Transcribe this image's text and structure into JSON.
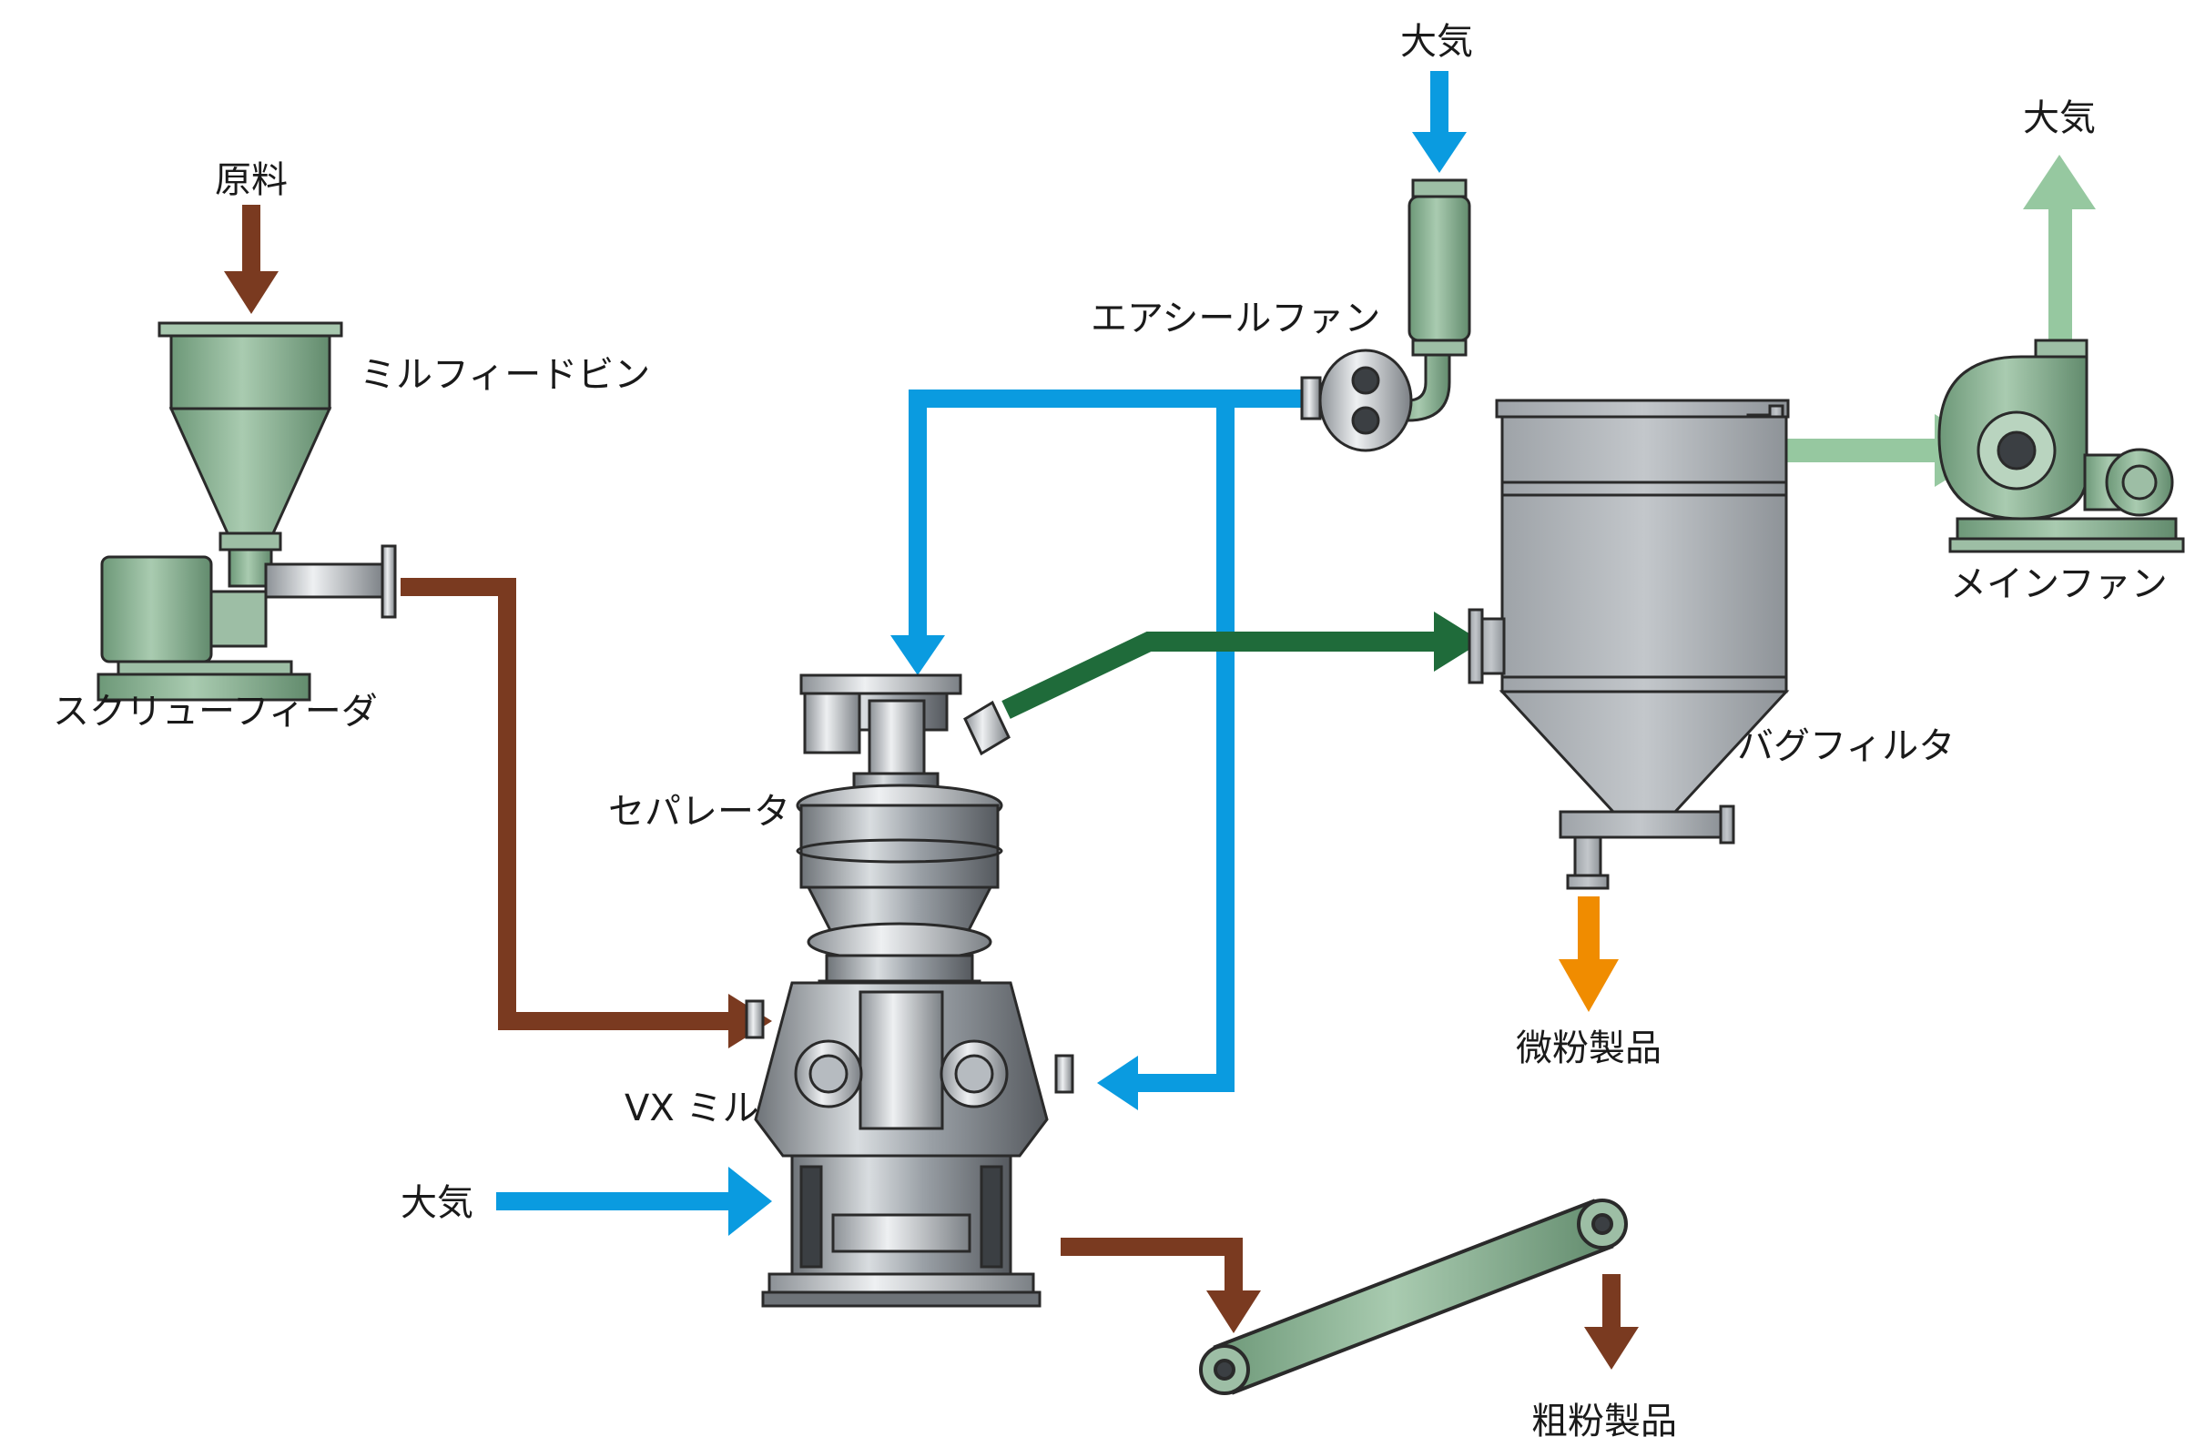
{
  "labels": {
    "raw_material": "原料",
    "mill_feed_bin": "ミルフィードビン",
    "screw_feeder": "スクリューフィーダ",
    "separator": "セパレータ",
    "vx_mill": "VX ミル",
    "atmosphere_mill_inlet": "大気",
    "air_seal_fan": "エアシールファン",
    "atmosphere_air_seal": "大気",
    "bag_filter": "バグフィルタ",
    "main_fan": "メインファン",
    "atmosphere_exhaust": "大気",
    "fine_product": "微粉製品",
    "coarse_product": "粗粉製品"
  },
  "colors": {
    "air": "#0a9be0",
    "raw": "#7a3a20",
    "product_gas": "#1f6b3a",
    "exhaust": "#96c8a0",
    "fine": "#f08c00",
    "equipment_green": "#8fb898",
    "equipment_steel": "#a8adb3"
  }
}
